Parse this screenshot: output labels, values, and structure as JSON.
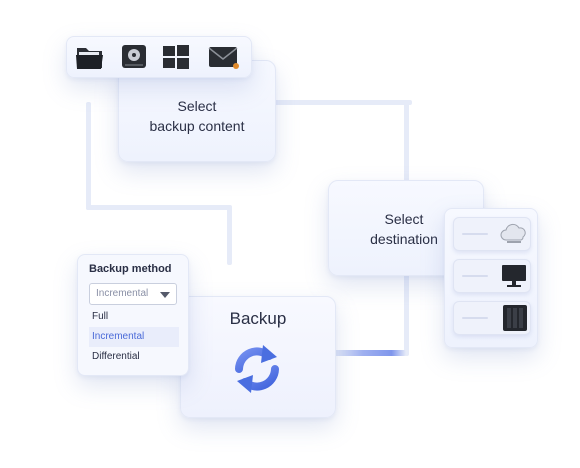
{
  "content_card": {
    "line1": "Select",
    "line2": "backup content"
  },
  "content_icons": [
    "folder-icon",
    "disk-drive-icon",
    "windows-icon",
    "mail-icon"
  ],
  "destination_card": {
    "line1": "Select",
    "line2": "destination"
  },
  "destination_icons": [
    "cloud-icon",
    "monitor-icon",
    "nas-server-icon"
  ],
  "method_panel": {
    "title": "Backup method",
    "selected": "Incremental",
    "options": [
      "Full",
      "Incremental",
      "Differential"
    ],
    "highlighted_index": 1
  },
  "backup_card": {
    "title": "Backup",
    "icon": "sync-arrows-icon"
  },
  "colors": {
    "accent": "#4a6ee0",
    "accent_light": "#8fa6f2",
    "card_bg": "#f4f6fe",
    "connector": "#e6ebf8"
  }
}
